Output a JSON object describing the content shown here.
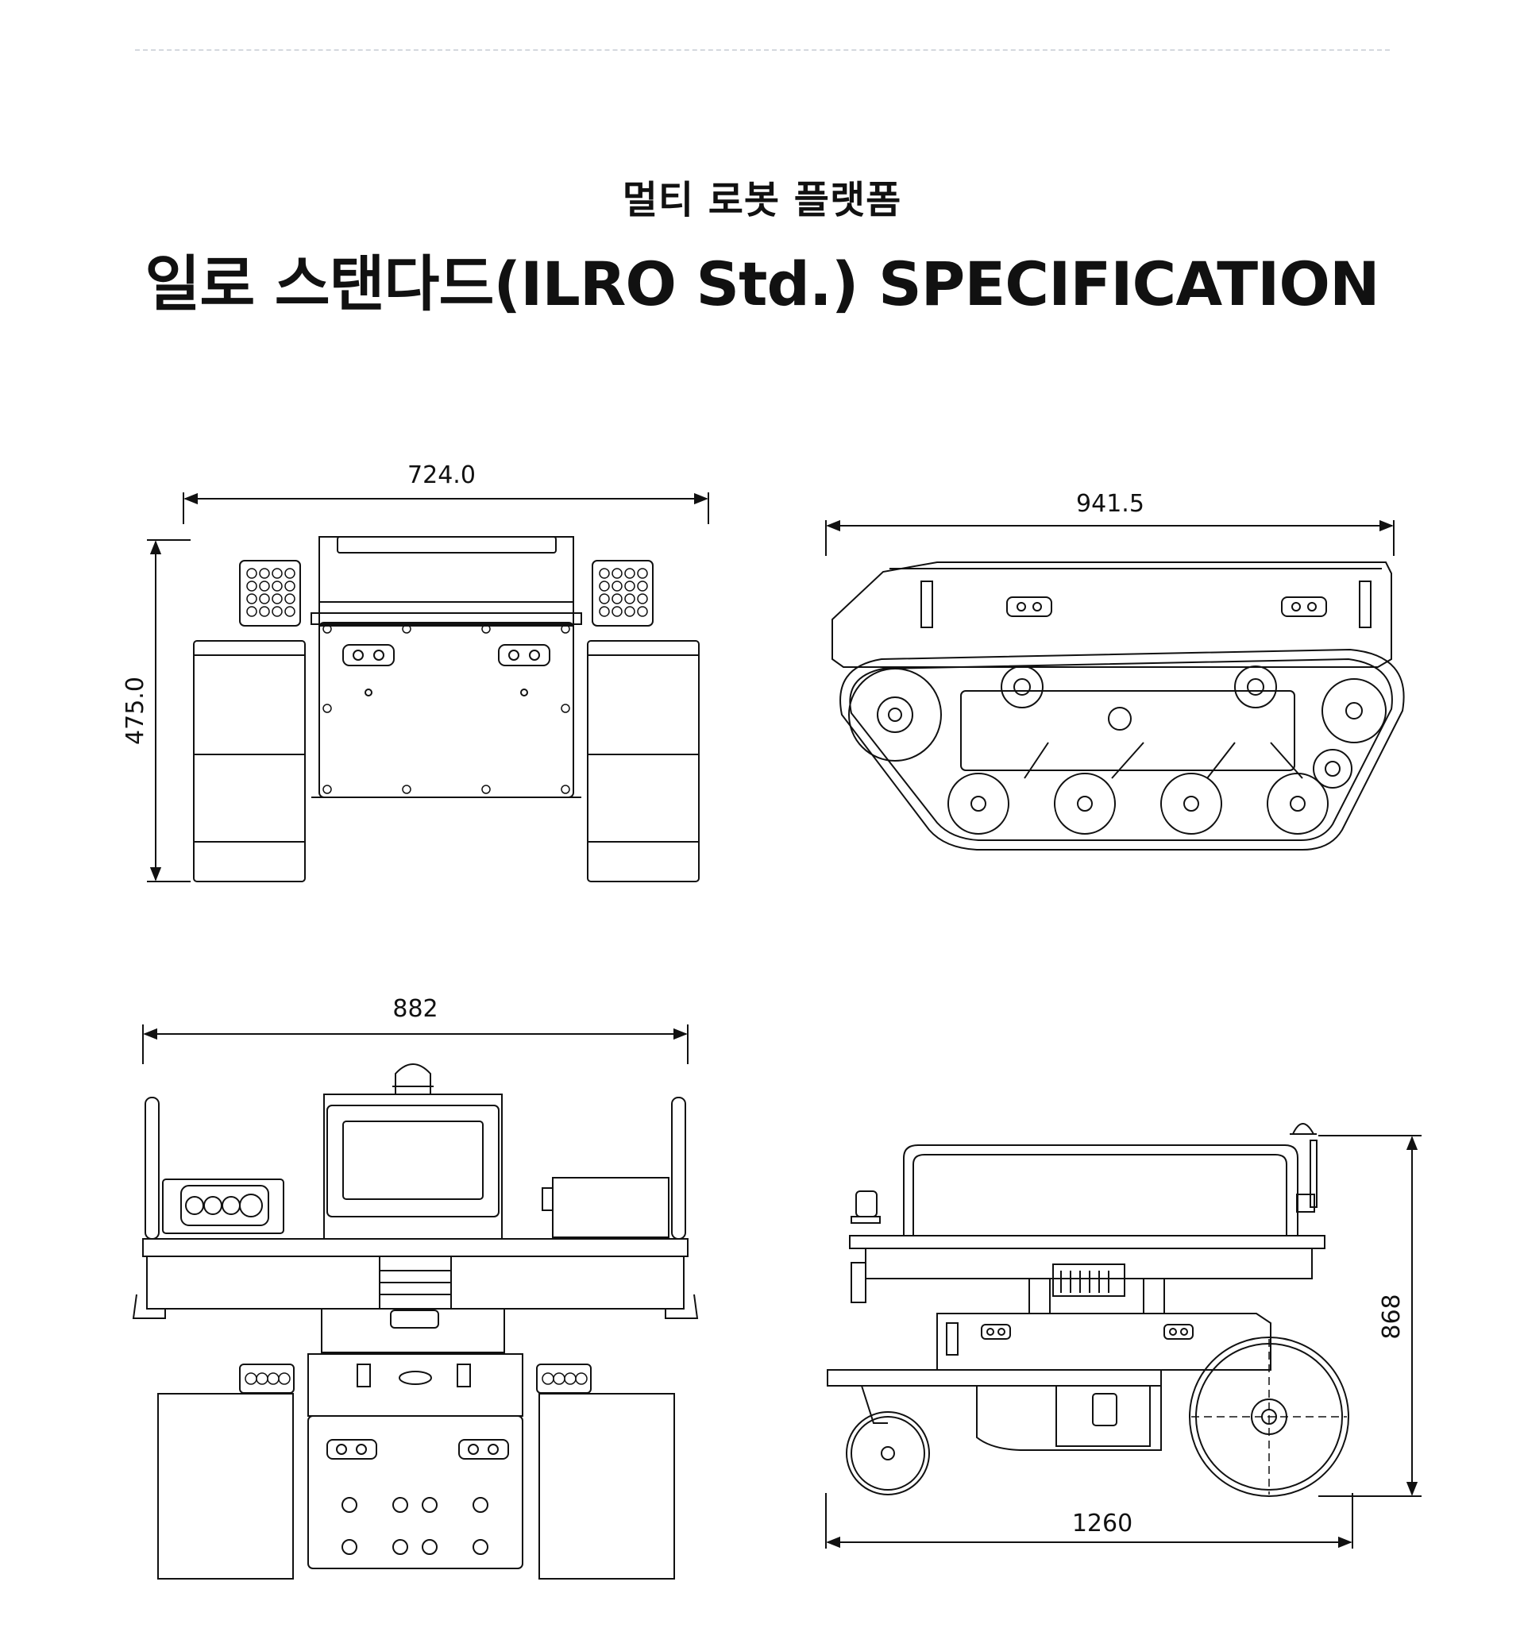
{
  "header": {
    "subtitle": "멀티 로봇 플랫폼",
    "title": "일로 스탠다드(ILRO Std.) SPECIFICATION"
  },
  "views": {
    "front": {
      "width_label": "724.0",
      "height_label": "475.0"
    },
    "side": {
      "length_label": "941.5"
    },
    "rear": {
      "width_label": "882"
    },
    "full_side": {
      "length_label": "1260",
      "height_label": "868"
    }
  },
  "colors": {
    "line": "#111111",
    "divider": "#d4d8de"
  }
}
